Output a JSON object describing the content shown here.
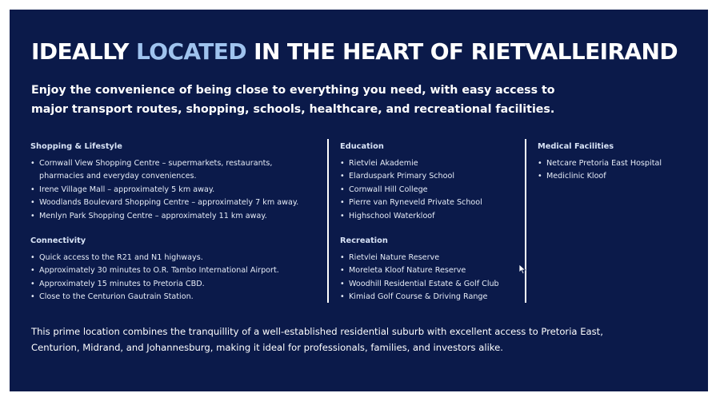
{
  "headline": {
    "part1": "IDEALLY ",
    "accent": "LOCATED",
    "part2": " IN THE HEART OF RIETVALLEIRAND"
  },
  "intro": "Enjoy the convenience of being close to everything you need, with easy access to major transport routes, shopping, schools, healthcare, and recreational facilities.",
  "sections": {
    "shopping": {
      "title": "Shopping & Lifestyle",
      "items": [
        "Cornwall View Shopping Centre – supermarkets, restaurants, pharmacies and everyday conveniences.",
        "Irene Village Mall – approximately 5 km away.",
        "Woodlands Boulevard Shopping Centre – approximately 7 km away.",
        "Menlyn Park Shopping Centre – approximately 11 km away."
      ]
    },
    "connectivity": {
      "title": "Connectivity",
      "items": [
        "Quick access to the R21 and N1 highways.",
        "Approximately 30 minutes to O.R. Tambo International Airport.",
        "Approximately 15 minutes to Pretoria CBD.",
        "Close to the Centurion Gautrain Station."
      ]
    },
    "education": {
      "title": "Education",
      "items": [
        "Rietvlei Akademie",
        "Elarduspark Primary School",
        "Cornwall Hill College",
        "Pierre van Ryneveld Private School",
        "Highschool Waterkloof"
      ]
    },
    "recreation": {
      "title": "Recreation",
      "items": [
        "Rietvlei Nature Reserve",
        "Moreleta Kloof Nature Reserve",
        "Woodhill Residential Estate & Golf Club",
        "Kimiad Golf Course & Driving Range"
      ]
    },
    "medical": {
      "title": "Medical Facilities",
      "items": [
        "Netcare Pretoria East Hospital",
        "Mediclinic Kloof"
      ]
    }
  },
  "closing": "This prime location combines the tranquillity of a well-established residential suburb with excellent access to Pretoria East, Centurion, Midrand, and Johannesburg, making it ideal for professionals, families, and investors alike.",
  "colors": {
    "background": "#0b1a4a",
    "accent": "#9fc3ee",
    "text": "#ffffff"
  },
  "icons": {
    "cursor": "mouse-pointer-icon"
  }
}
